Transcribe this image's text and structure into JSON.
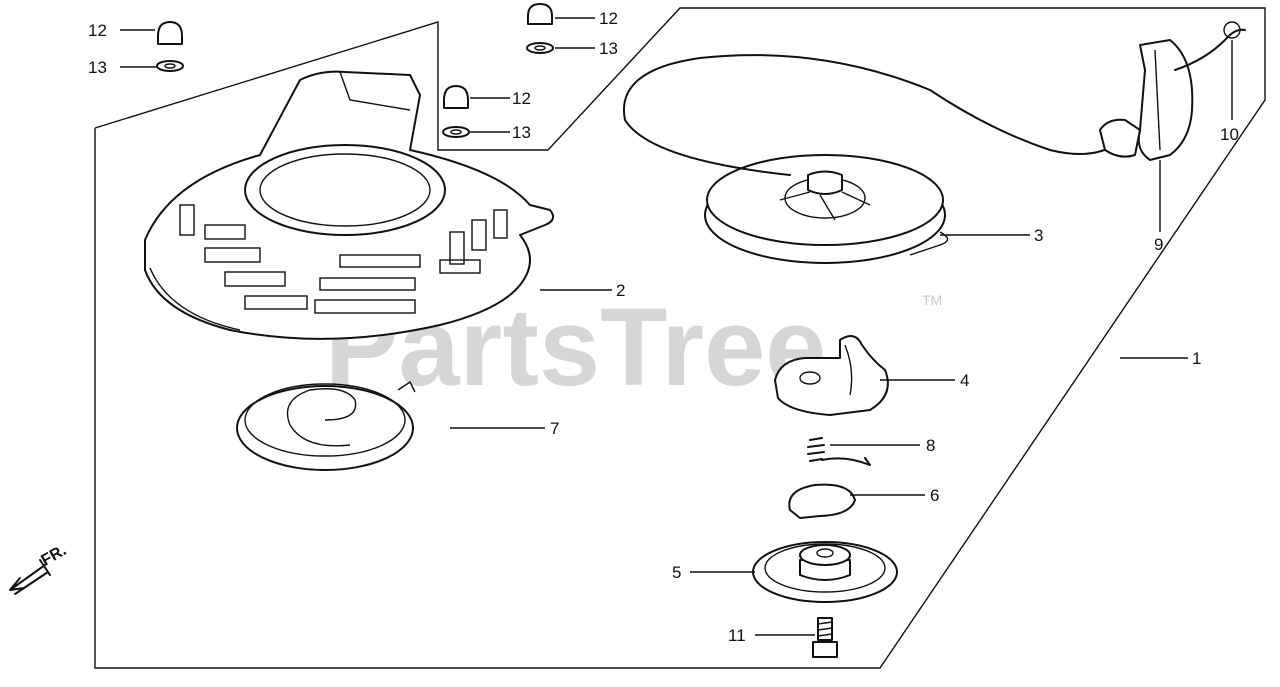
{
  "diagram": {
    "watermark": "PartsTree",
    "trademark": "TM",
    "direction_label": "FR.",
    "callouts": [
      "1",
      "2",
      "3",
      "4",
      "5",
      "6",
      "7",
      "8",
      "9",
      "10",
      "11",
      "12",
      "13"
    ],
    "callout_12_a": "12",
    "callout_13_a": "13",
    "callout_12_b": "12",
    "callout_13_b": "13",
    "callout_12_c": "12",
    "callout_13_c": "13"
  }
}
